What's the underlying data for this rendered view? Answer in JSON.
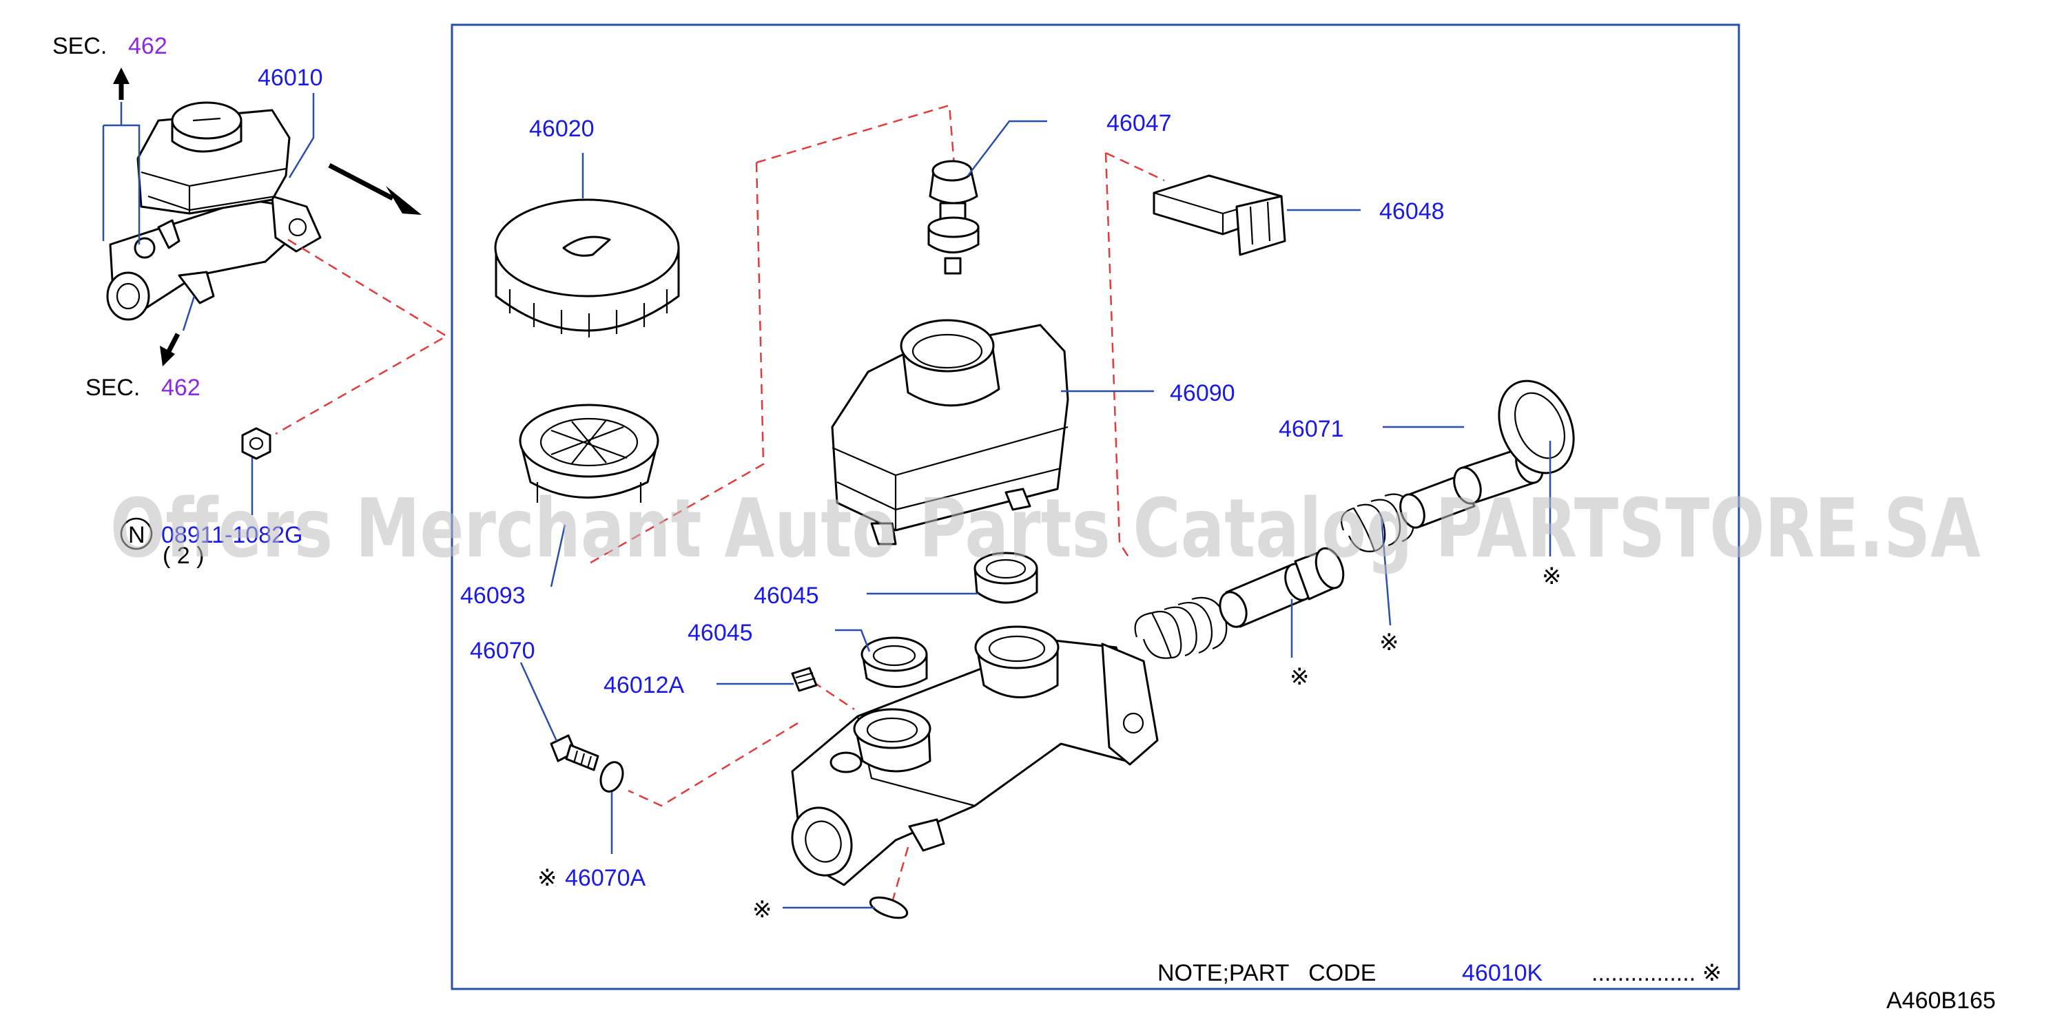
{
  "sec_top": {
    "prefix": "SEC.",
    "number": "462"
  },
  "sec_bottom": {
    "prefix": "SEC.",
    "number": "462"
  },
  "overview_part": "46010",
  "nut": {
    "symbol": "N",
    "part": "08911-1082G",
    "qty": "( 2 )"
  },
  "parts": {
    "p46020": "46020",
    "p46093": "46093",
    "p46047": "46047",
    "p46048": "46048",
    "p46090": "46090",
    "p46071": "46071",
    "p46045a": "46045",
    "p46045b": "46045",
    "p46070": "46070",
    "p46012A": "46012A",
    "p46070A": "46070A"
  },
  "mark_symbol": "※",
  "note": {
    "label": "NOTE;PART   CODE",
    "code": "46010K",
    "dots": "................ ※"
  },
  "diagram_code": "A460B165",
  "watermark": "Offers Merchant Auto Parts Catalog PARTSTORE.SA",
  "colors": {
    "part_number": "#1a1ae6",
    "section_number": "#8a2be2",
    "leader": "#2a4fa8",
    "phantom_line": "#e23b3b"
  }
}
